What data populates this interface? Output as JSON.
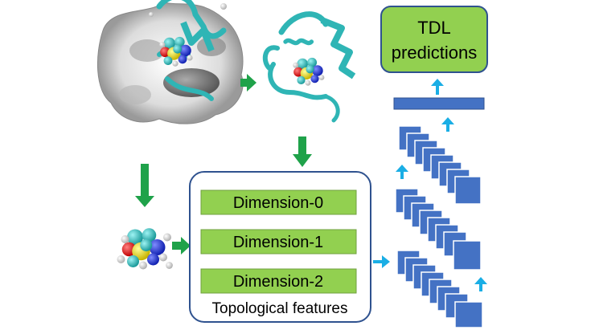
{
  "prediction_box": {
    "title": "TDL",
    "subtitle": "predictions"
  },
  "features": {
    "dims": [
      "Dimension-0",
      "Dimension-1",
      "Dimension-2"
    ],
    "caption": "Topological features"
  },
  "colors": {
    "green_box": "#92d050",
    "box_border": "#2f528f",
    "green_arrow": "#1fa24a",
    "blue_arrow": "#1aaee5",
    "nn_block": "#4472c4",
    "protein_ribbon": "#2fb5b5"
  },
  "icons": [
    "protein-complex-icon",
    "protein-ribbon-icon",
    "ligand-icon",
    "neural-network-icon"
  ]
}
